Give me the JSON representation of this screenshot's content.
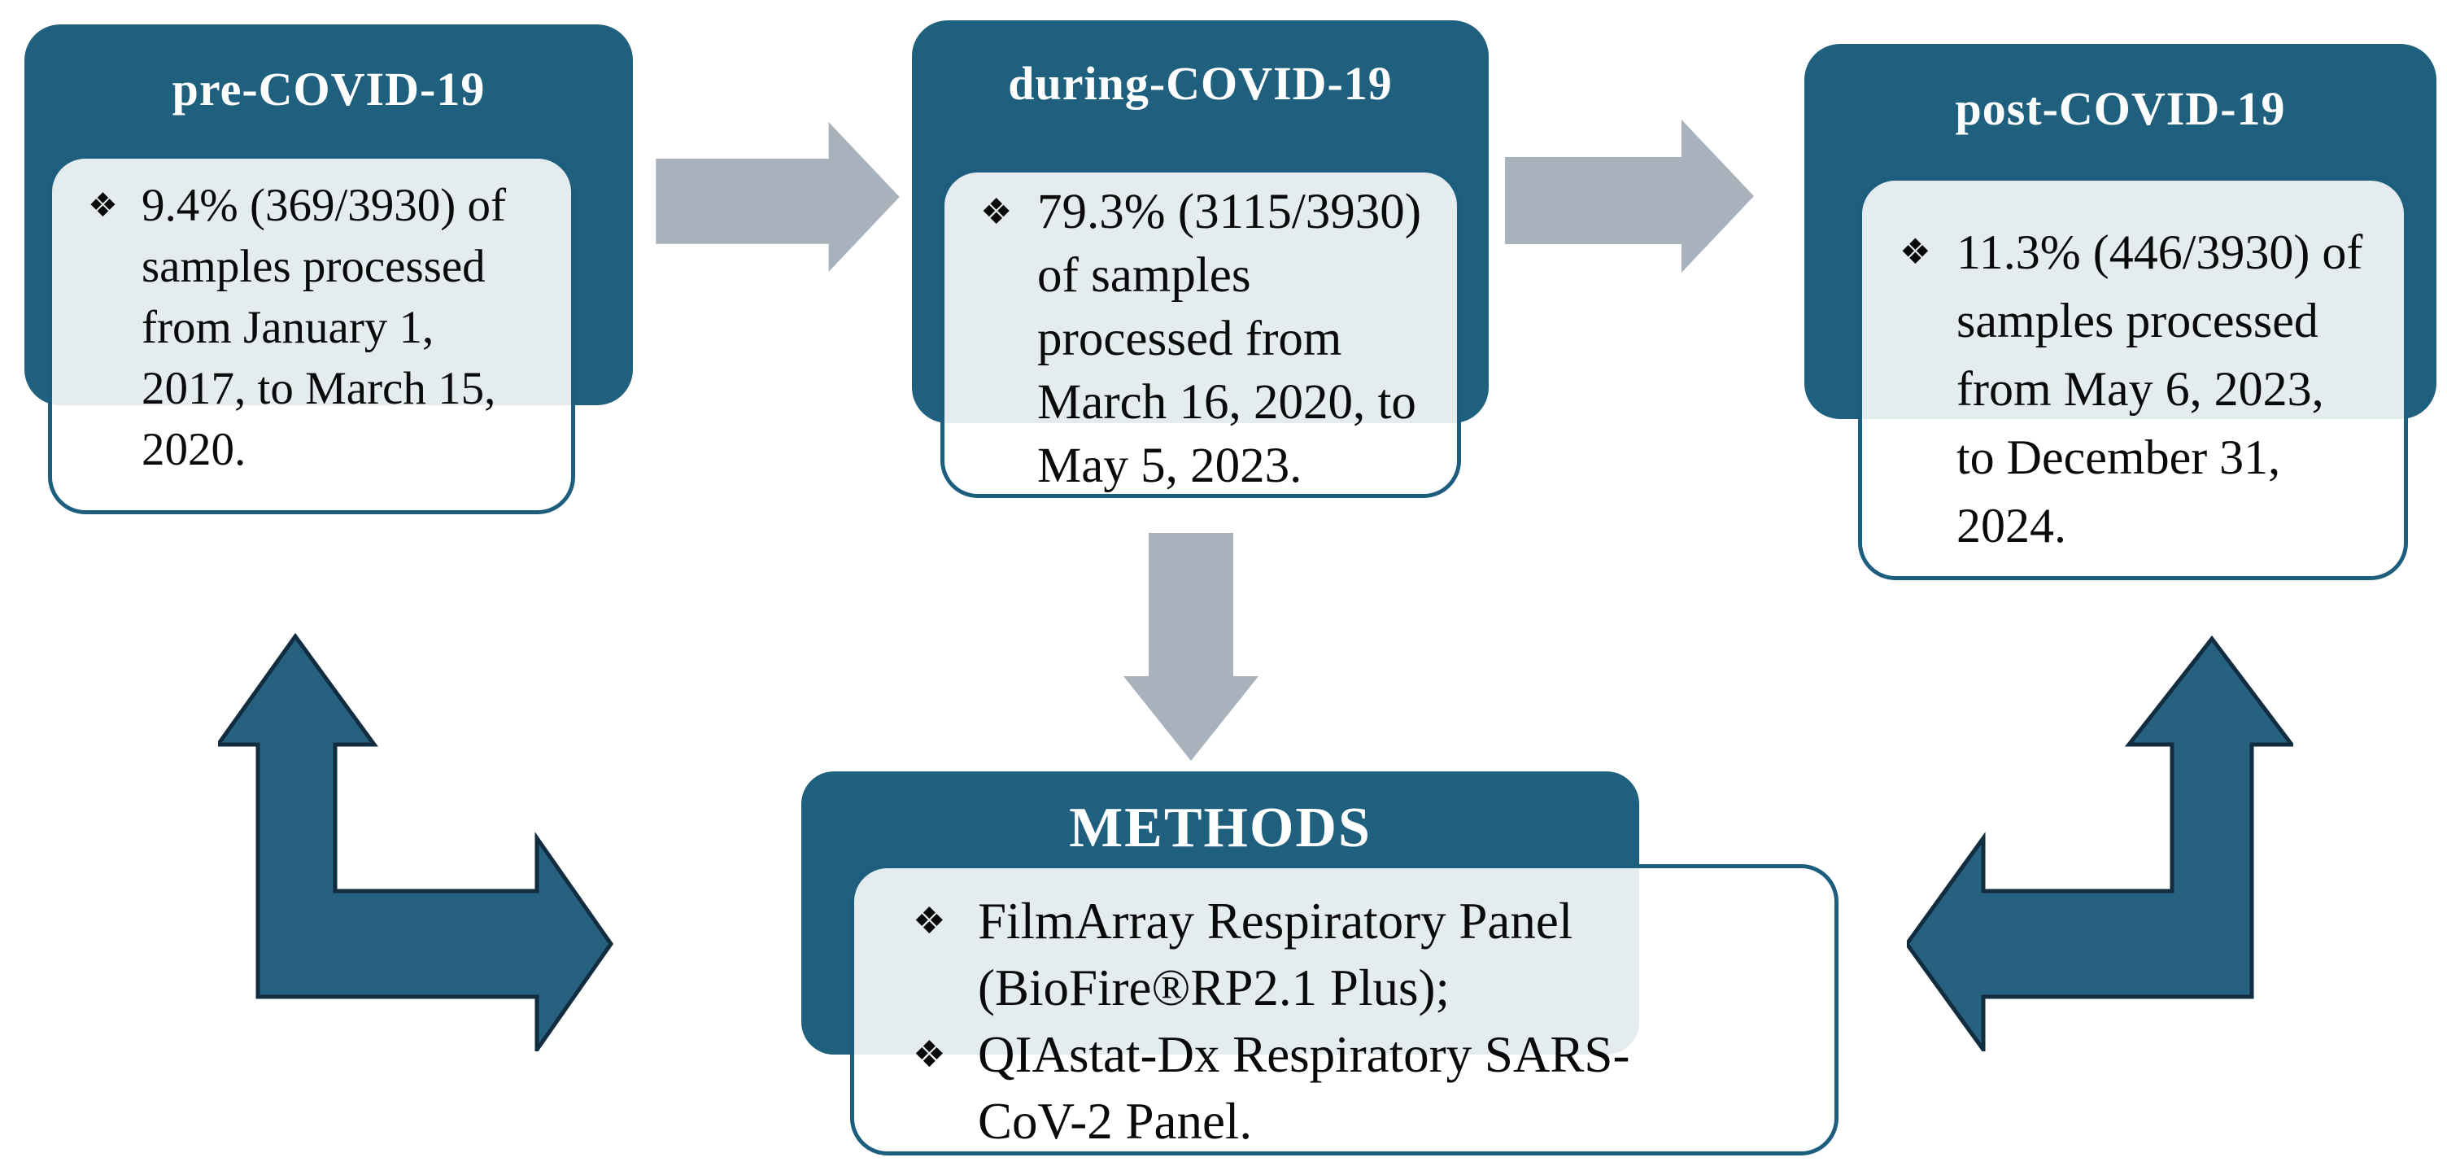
{
  "figure": {
    "description": "Study design flow diagram of respiratory samples processed across COVID-19 periods"
  },
  "colors": {
    "teal": "#20607f",
    "teal-border": "#1d5d7e",
    "card-overlay": "rgba(255,255,255,0.88)",
    "arrow-gray": "#a8b2bc",
    "bent-fill": "#26617f",
    "bent-stroke": "#122c40",
    "title-text": "#ffffff",
    "body-text": "#0a0a0a"
  },
  "boxes": [
    {
      "id": "pre",
      "title": "pre-COVID-19",
      "bullet": "❖",
      "text": "9.4% (369/3930) of samples processed from January 1, 2017, to March 15, 2020.",
      "lines": [
        "9.4% (369/3930) of",
        "samples processed",
        "from January 1,",
        "2017, to March 15,",
        "2020."
      ]
    },
    {
      "id": "during",
      "title": "during-COVID-19",
      "bullet": "❖",
      "text": "79.3% (3115/3930) of samples processed from March 16, 2020, to May 5, 2023.",
      "lines": [
        "79.3% (3115/3930)",
        "of samples",
        "processed from",
        "March 16, 2020, to",
        "May 5, 2023."
      ]
    },
    {
      "id": "post",
      "title": "post-COVID-19",
      "bullet": "❖",
      "text": "11.3% (446/3930) of samples processed from May 6, 2023, to December 31, 2024.",
      "lines": [
        "11.3% (446/3930) of",
        "samples processed",
        "from May 6, 2023,",
        "to December 31,",
        "2024."
      ]
    }
  ],
  "methods": {
    "title": "METHODS",
    "bullet": "❖",
    "items": [
      {
        "text": "FilmArray Respiratory Panel (BioFire®RP2.1 Plus);",
        "lines": [
          "FilmArray Respiratory Panel",
          "(BioFire®RP2.1 Plus);"
        ]
      },
      {
        "text": "QIAstat-Dx Respiratory SARS-CoV-2 Panel.",
        "lines": [
          "QIAstat-Dx Respiratory SARS-",
          "CoV-2 Panel."
        ]
      }
    ]
  },
  "connectors": [
    {
      "name": "pre-to-during-arrow",
      "type": "block-arrow-right",
      "color": "#a8b2bc"
    },
    {
      "name": "during-to-post-arrow",
      "type": "block-arrow-right",
      "color": "#a8b2bc"
    },
    {
      "name": "during-to-methods-arrow",
      "type": "block-arrow-down",
      "color": "#a8b2bc"
    },
    {
      "name": "methods-pre-bent-arrow",
      "type": "bent-double-arrow-up-right",
      "color": "#26617f"
    },
    {
      "name": "methods-post-bent-arrow",
      "type": "bent-double-arrow-up-left",
      "color": "#26617f"
    }
  ]
}
